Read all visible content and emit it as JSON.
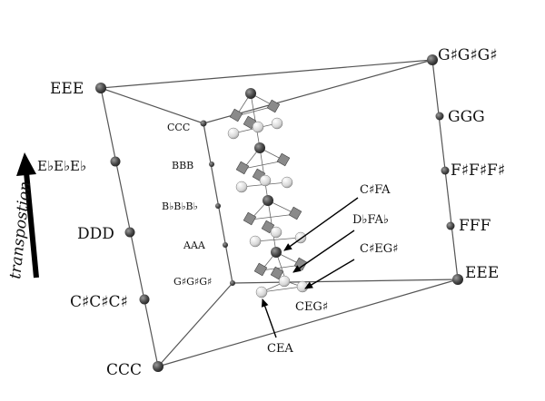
{
  "axis_label": "transpostion",
  "outer_left": [
    "EEE",
    "E♭E♭E♭",
    "DDD",
    "C♯C♯C♯",
    "CCC"
  ],
  "outer_right": [
    "G♯G♯G♯",
    "GGG",
    "F♯F♯F♯",
    "FFF",
    "EEE"
  ],
  "inner_left": [
    "CCC",
    "BBB",
    "B♭B♭B♭",
    "AAA",
    "G♯G♯G♯"
  ],
  "callouts": {
    "csfa": "C♯FA",
    "dbfab": "D♭FA♭",
    "cseg": "C♯EG♯",
    "ceg": "CEG♯",
    "cea": "CEA"
  },
  "colors": {
    "frame": "#555555",
    "dark_node": "#4a4a4a",
    "light_node": "#e0e0e0",
    "arrow": "#000000"
  }
}
